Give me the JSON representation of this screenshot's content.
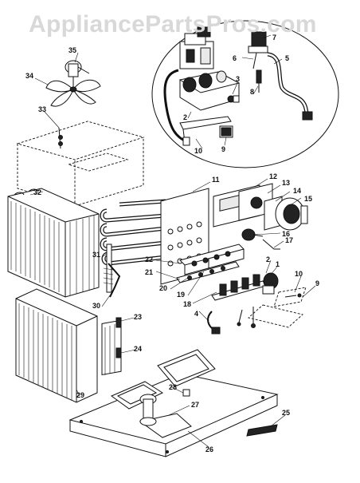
{
  "watermark": "AppliancePartsPros.com",
  "callouts": {
    "c1": "1",
    "c2a": "2",
    "c2b": "2",
    "c3": "3",
    "c4": "4",
    "c5": "5",
    "c6": "6",
    "c7": "7",
    "c8": "8",
    "c9a": "9",
    "c9b": "9",
    "c10a": "10",
    "c10b": "10",
    "c11": "11",
    "c12": "12",
    "c13": "13",
    "c14": "14",
    "c15": "15",
    "c16": "16",
    "c17": "17",
    "c18": "18",
    "c19": "19",
    "c20": "20",
    "c21": "21",
    "c22": "22",
    "c23": "23",
    "c24": "24",
    "c25": "25",
    "c26": "26",
    "c27": "27",
    "c28": "28",
    "c29": "29",
    "c30": "30",
    "c31": "31",
    "c32": "32",
    "c33": "33",
    "c34": "34",
    "c35": "35"
  }
}
